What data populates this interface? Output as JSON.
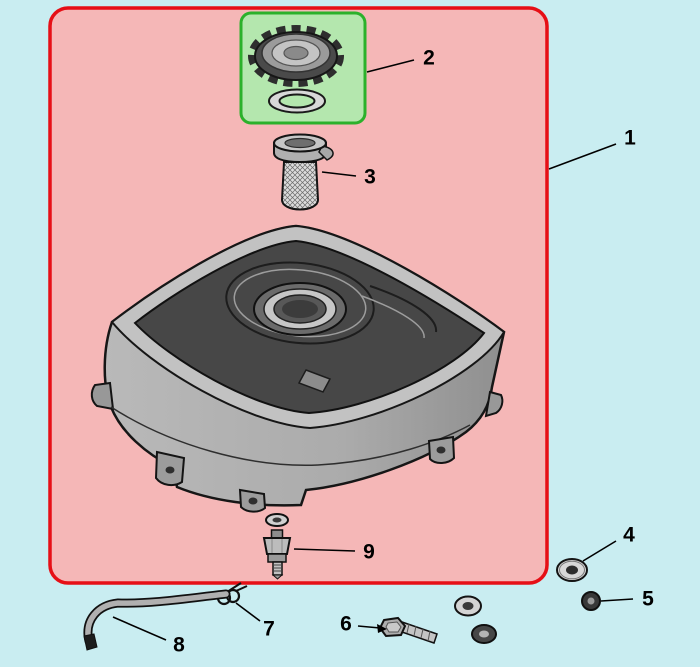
{
  "diagram": {
    "type": "exploded-parts-diagram",
    "subject": "fuel tank assembly",
    "background_color": "#c9edf1",
    "highlight_boxes": [
      {
        "name": "tank-assembly-highlight",
        "fill": "#f5b7b7",
        "stroke": "#e60f16",
        "callout": "1"
      },
      {
        "name": "filler-cap-highlight",
        "fill": "#b4e7ae",
        "stroke": "#2bb12b",
        "callout": "2"
      }
    ],
    "callouts": [
      {
        "number": "1",
        "part": "fuel-tank-assembly"
      },
      {
        "number": "2",
        "part": "filler-cap-and-gasket"
      },
      {
        "number": "3",
        "part": "fuel-strainer-cup"
      },
      {
        "number": "4",
        "part": "sealing-washer"
      },
      {
        "number": "5",
        "part": "rubber-grommet"
      },
      {
        "number": "6",
        "part": "flange-bolt"
      },
      {
        "number": "7",
        "part": "tube-clip"
      },
      {
        "number": "8",
        "part": "fuel-tube"
      },
      {
        "number": "9",
        "part": "fuel-joint"
      }
    ]
  }
}
